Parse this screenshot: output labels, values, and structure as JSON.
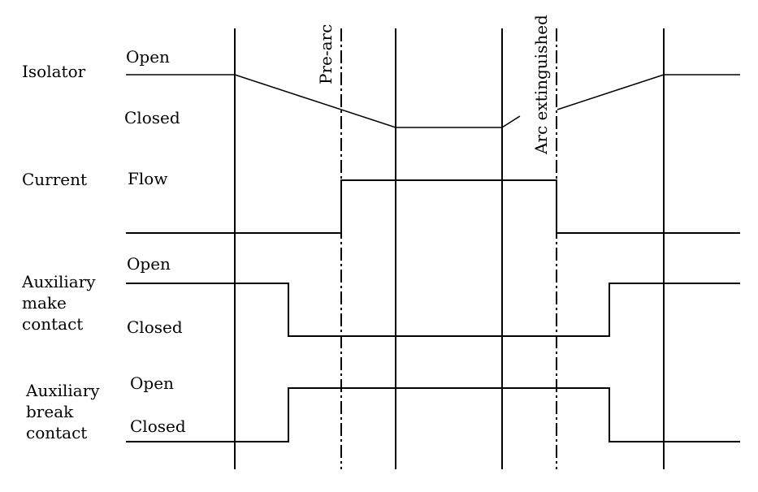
{
  "rows": {
    "isolator": {
      "name": "Isolator",
      "upper": "Open",
      "lower": "Closed"
    },
    "current": {
      "name": "Current",
      "upper": "Flow"
    },
    "aux_make": {
      "name_lines": [
        "Auxiliary",
        "make",
        "contact"
      ],
      "upper": "Open",
      "lower": "Closed"
    },
    "aux_break": {
      "name_lines": [
        "Auxiliary",
        "break",
        "contact"
      ],
      "upper": "Open",
      "lower": "Closed"
    }
  },
  "events": {
    "pre_arc": "Pre-arc",
    "arc_extinguished": "Arc extinguished"
  }
}
